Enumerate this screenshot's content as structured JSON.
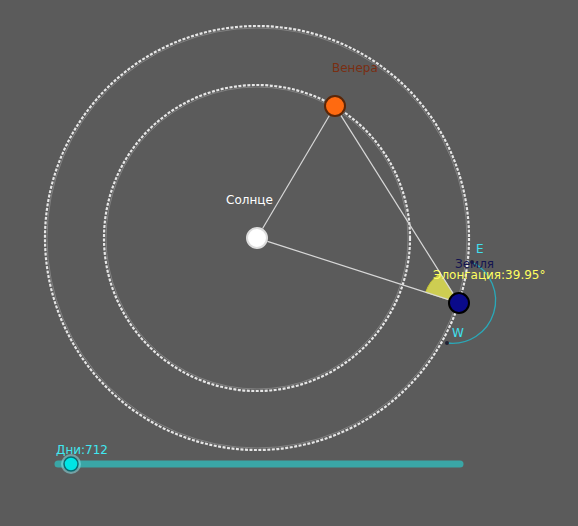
{
  "diagram": {
    "nodes": [
      {
        "text": [
          "Венера"
        ]
      },
      {
        "text": [
          "Солнце"
        ]
      },
      {
        "text": [
          "Земля"
        ]
      }
    ],
    "edges": [
      {
        "from": 1,
        "to": 0,
        "arrow": "none"
      },
      {
        "from": 1,
        "to": 2,
        "arrow": "none"
      },
      {
        "from": 0,
        "to": 2,
        "arrow": "none"
      }
    ],
    "labels": [
      "E",
      "Элонгация:39.95°",
      "W",
      "Дни:712"
    ]
  }
}
